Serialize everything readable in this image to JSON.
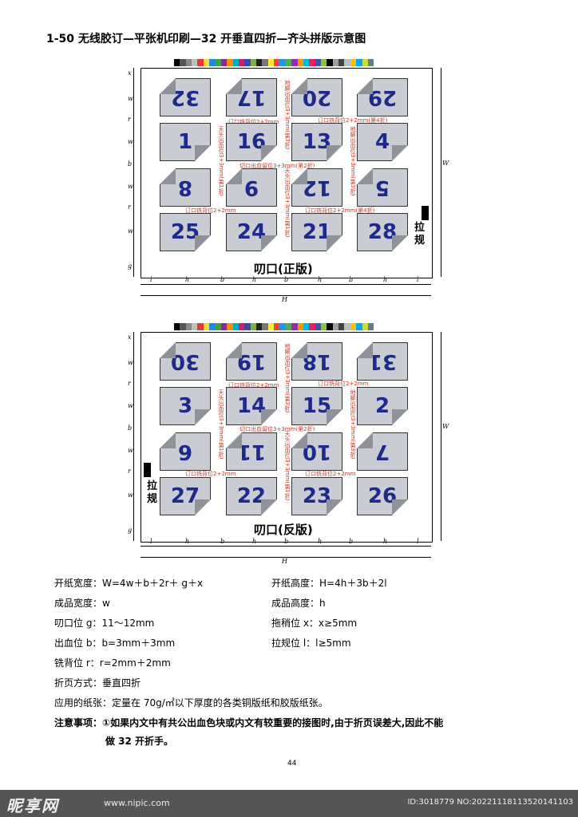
{
  "title": "1-50 无线胶订—平张机印刷—32 开垂直四折—齐头拼版示意图",
  "front": {
    "rows": [
      [
        "32",
        "17",
        "20",
        "29"
      ],
      [
        "1",
        "16",
        "13",
        "4"
      ],
      [
        "8",
        "9",
        "12",
        "5"
      ],
      [
        "25",
        "24",
        "21",
        "28"
      ]
    ],
    "caption": "叨口(正版)",
    "lagui": "拉规",
    "notes": {
      "n1": "订口铣背位2+2mm",
      "n2": "订口铣背位2+2mm(第4折)",
      "n3": "切口出血留位3+3mm(第2折)",
      "n4": "订口铣背位2+2mm",
      "n5": "订口铣背位2+2mm(第4折)",
      "v1": "天头出血位3+3mm(第1折)",
      "v2": "地脚出血位3+3mm(第3折)",
      "v3": "天头出血位3+3mm(第1折)",
      "v4": "地脚出血位3+3mm(第3折)"
    }
  },
  "back": {
    "rows": [
      [
        "30",
        "19",
        "18",
        "31"
      ],
      [
        "3",
        "14",
        "15",
        "2"
      ],
      [
        "6",
        "11",
        "10",
        "7"
      ],
      [
        "27",
        "22",
        "23",
        "26"
      ]
    ],
    "caption": "叨口(反版)",
    "lagui": "拉规",
    "notes": {
      "n1": "订口铣背位2+2mm",
      "n2": "订口铣背位2+2mm",
      "n3": "切口出血留位3+3mm(第2折)",
      "n4": "订口铣背位2+2mm",
      "n5": "订口铣背位2+2mm",
      "v1": "天头出血位3+3mm(第1折)",
      "v2": "地脚出血位3+3mm(第3折)",
      "v3": "天头出血位3+3mm(第1折)",
      "v4": "地脚出血位3+3mm(第3折)"
    }
  },
  "dims": {
    "W": "W",
    "H": "H",
    "h": "h",
    "l": "l",
    "b": "b",
    "w": "w",
    "x": "x",
    "g": "g",
    "r": "r"
  },
  "colorbar": [
    "#000000",
    "#555555",
    "#8a8a8a",
    "#c0c0c0",
    "#e53935",
    "#fdd835",
    "#1e88e5",
    "#43a047",
    "#8e24aa",
    "#fb8c00",
    "#00acc1",
    "#d81b60",
    "#3949ab",
    "#7cb342",
    "#212121",
    "#757575",
    "#ffeb3b",
    "#f44336",
    "#2196f3",
    "#4caf50",
    "#9c27b0",
    "#ff9800",
    "#00bcd4",
    "#e91e63",
    "#3f51b5",
    "#8bc34a",
    "#000000",
    "#9e9e9e",
    "#424242",
    "#bdbdbd",
    "#ffc107",
    "#03a9f4",
    "#cddc39",
    "#607d8b"
  ],
  "specs": [
    {
      "label": "开纸宽度：",
      "value": "W=4w＋b＋2r＋ g＋x",
      "label2": "开纸高度：",
      "value2": "H=4h＋3b＋2l"
    },
    {
      "label": "成品宽度：",
      "value": "w",
      "label2": "成品高度：",
      "value2": "h"
    },
    {
      "label": "叨口位 g：",
      "value": "11～12mm",
      "label2": "拖稍位 x：",
      "value2": "x≥5mm"
    },
    {
      "label": "出血位 b：",
      "value": "b=3mm＋3mm",
      "label2": "拉规位 l：",
      "value2": "l≥5mm"
    },
    {
      "label": "铣背位 r：",
      "value": "r=2mm＋2mm"
    },
    {
      "label": "折页方式：",
      "value": "垂直四折"
    },
    {
      "label": "应用的纸张：",
      "value": "定量在 70g/㎡以下厚度的各类铜版纸和胶版纸张。"
    }
  ],
  "notice_label": "注意事项：",
  "notice_text": "①如果内文中有共公出血色块或内文有较重要的接图时,由于折页误差大,因此不能",
  "notice_text2": "做 32 开折手。",
  "page_number": "44",
  "watermark": {
    "brand": "昵享网",
    "url": "www.nipic.com",
    "id": "ID:3018779 NO:20221118113520141103"
  }
}
